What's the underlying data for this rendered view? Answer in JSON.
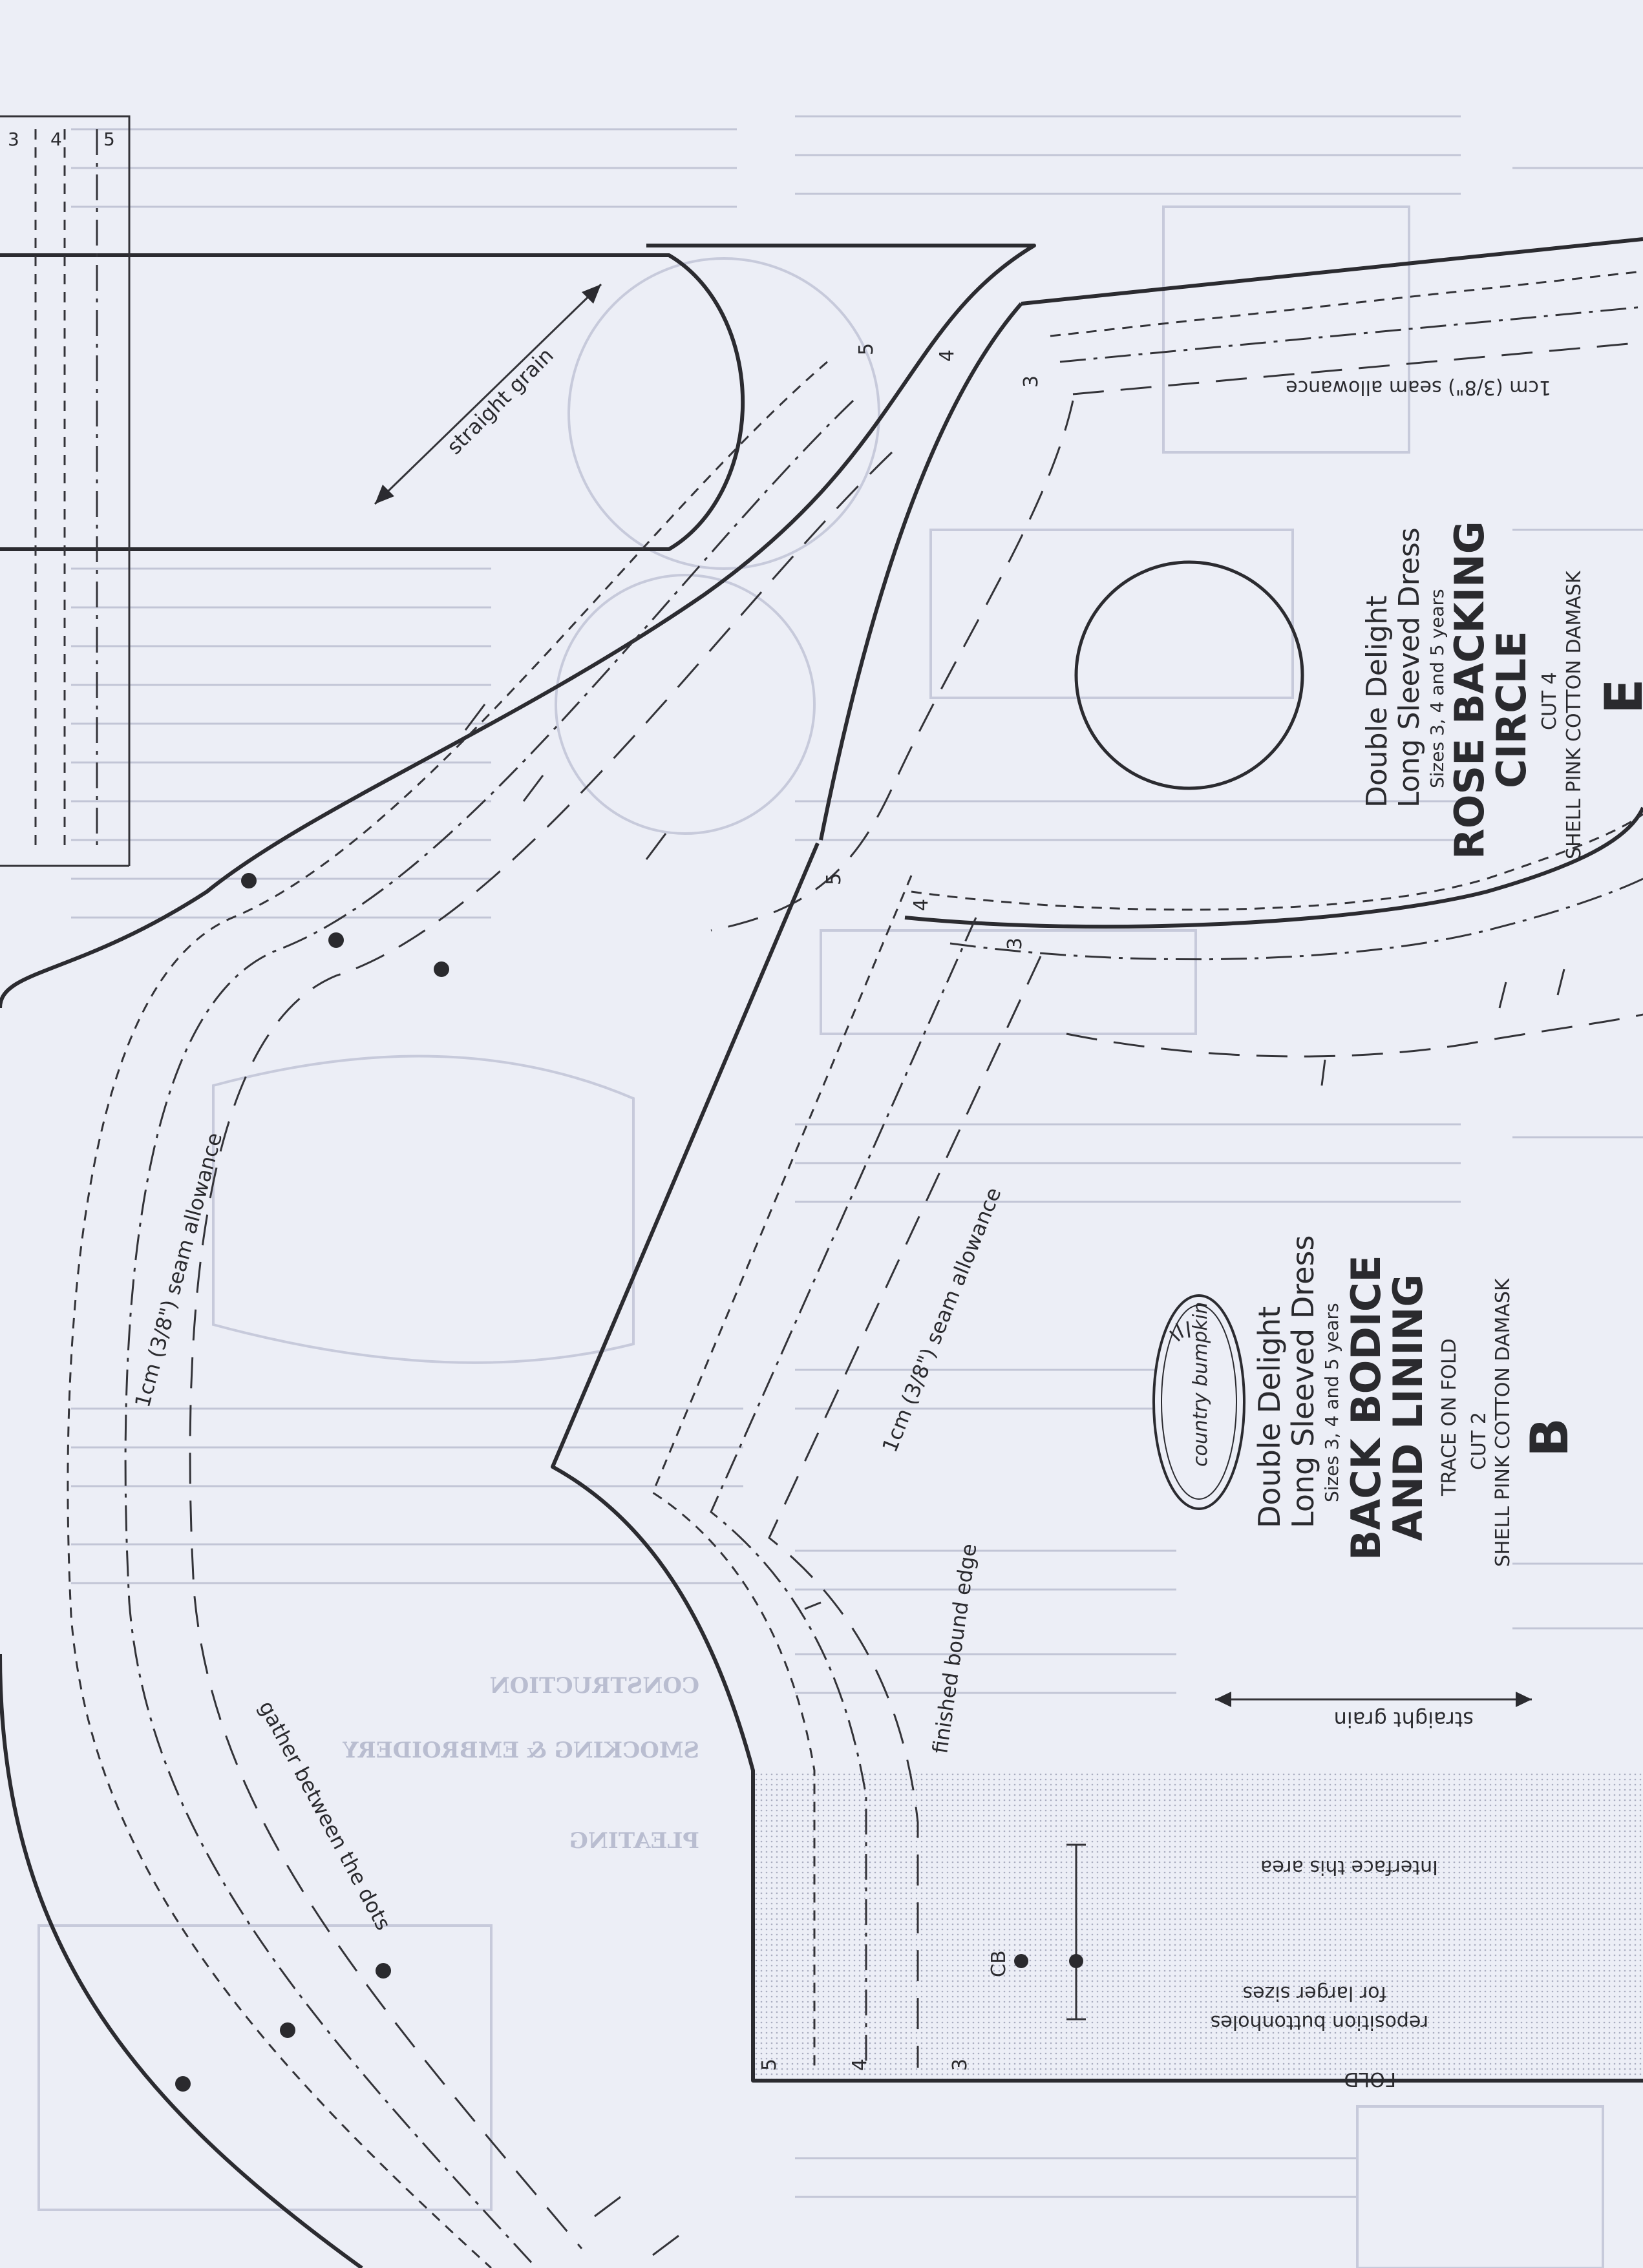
{
  "back_bodice": {
    "brand": "country bumpkin",
    "line1": "Double Delight",
    "line2": "Long Sleeved Dress",
    "sizes": "Sizes 3, 4 and 5 years",
    "title1": "BACK BODICE",
    "title2": "AND LINING",
    "instruction": "TRACE ON FOLD",
    "cut": "CUT 2",
    "fabric": "SHELL PINK COTTON DAMASK",
    "letter": "B",
    "grain": "straight grain",
    "interface": "Interface this area",
    "buttonholes1": "reposition buttonholes",
    "buttonholes2": "for larger sizes",
    "cb": "CB",
    "fold": "FOLD",
    "seam_allowance": "1cm (3/8\") seam allowance",
    "finished_edge": "finished bound edge",
    "size_marks": [
      "5",
      "4",
      "3"
    ]
  },
  "rose_backing": {
    "line1": "Double Delight",
    "line2": "Long Sleeved Dress",
    "sizes": "Sizes 3, 4 and 5 years",
    "title1": "ROSE BACKING",
    "title2": "CIRCLE",
    "cut": "CUT 4",
    "fabric": "SHELL PINK COTTON DAMASK",
    "letter": "E",
    "seam_allowance": "1cm (3/8\") seam allowance"
  },
  "sleeve_piece": {
    "grain": "straight grain",
    "seam_allowance": "1cm (3/8\") seam allowance",
    "gather": "gather between the dots",
    "size_marks": [
      "3",
      "4",
      "5"
    ]
  },
  "ghost_text": {
    "constr": "CONSTRUCTION",
    "smock": "SMOCKING & EMBROIDERY",
    "pleat": "PLEATING"
  }
}
